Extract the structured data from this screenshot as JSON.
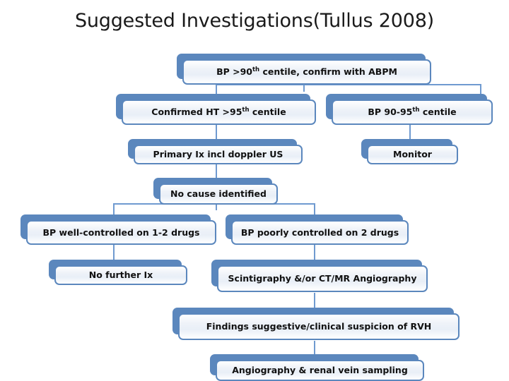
{
  "title": "Suggested Investigations(Tullus 2008)",
  "accent_colors": {
    "box_border": "#5b87bd",
    "box_shadow": "#5b87bd",
    "connector": "#6f9ad0",
    "box_fill_light": "#eef2f8",
    "box_fill_white": "#ffffff",
    "title_text": "#1a1a1a",
    "label_text": "#111111"
  },
  "chart_data": {
    "type": "diagram",
    "title": "Suggested Investigations(Tullus 2008)",
    "diagram_kind": "hierarchy-flowchart",
    "nodes": [
      {
        "id": "n1",
        "text": "BP >90th centile, confirm with ABPM",
        "text_main": "BP >90",
        "sup": "th",
        "text_tail": " centile, confirm with ABPM",
        "level": 0
      },
      {
        "id": "n2",
        "text": "Confirmed HT >95th centile",
        "text_main": "Confirmed HT >95",
        "sup": "th",
        "text_tail": " centile",
        "level": 1
      },
      {
        "id": "n3",
        "text": "BP 90-95th centile",
        "text_main": "BP 90-95",
        "sup": "th",
        "text_tail": " centile",
        "level": 1
      },
      {
        "id": "n4",
        "text": "Primary Ix incl doppler US",
        "level": 2
      },
      {
        "id": "n5",
        "text": "Monitor",
        "level": 2
      },
      {
        "id": "n6",
        "text": "No cause identified",
        "level": 3
      },
      {
        "id": "n7",
        "text": "BP well-controlled on 1-2 drugs",
        "level": 4
      },
      {
        "id": "n8",
        "text": "BP poorly controlled on 2 drugs",
        "level": 4
      },
      {
        "id": "n9",
        "text": "No further Ix",
        "level": 5
      },
      {
        "id": "n10",
        "text": "Scintigraphy &/or CT/MR Angiography",
        "level": 5
      },
      {
        "id": "n11",
        "text": "Findings suggestive/clinical suspicion of RVH",
        "level": 6
      },
      {
        "id": "n12",
        "text": "Angiography & renal vein sampling",
        "level": 7
      }
    ],
    "edges": [
      {
        "from": "n1",
        "to": "n2"
      },
      {
        "from": "n1",
        "to": "n3"
      },
      {
        "from": "n2",
        "to": "n4"
      },
      {
        "from": "n3",
        "to": "n5"
      },
      {
        "from": "n4",
        "to": "n6"
      },
      {
        "from": "n6",
        "to": "n7"
      },
      {
        "from": "n6",
        "to": "n8"
      },
      {
        "from": "n7",
        "to": "n9"
      },
      {
        "from": "n8",
        "to": "n10"
      },
      {
        "from": "n10",
        "to": "n11"
      },
      {
        "from": "n11",
        "to": "n12"
      }
    ]
  },
  "nodes": {
    "n1": {
      "label_main": "BP >90",
      "label_sup": "th",
      "label_tail": " centile, confirm with ABPM"
    },
    "n2": {
      "label_main": "Confirmed HT >95",
      "label_sup": "th",
      "label_tail": " centile"
    },
    "n3": {
      "label_main": "BP 90-95",
      "label_sup": "th",
      "label_tail": " centile"
    },
    "n4": {
      "label": "Primary Ix incl doppler US"
    },
    "n5": {
      "label": "Monitor"
    },
    "n6": {
      "label": "No cause identified"
    },
    "n7": {
      "label": "BP well-controlled on 1-2 drugs"
    },
    "n8": {
      "label": "BP poorly controlled on 2 drugs"
    },
    "n9": {
      "label": "No further Ix"
    },
    "n10": {
      "label": "Scintigraphy &/or CT/MR Angiography"
    },
    "n11": {
      "label": "Findings suggestive/clinical suspicion of RVH"
    },
    "n12": {
      "label": "Angiography & renal vein sampling"
    }
  }
}
